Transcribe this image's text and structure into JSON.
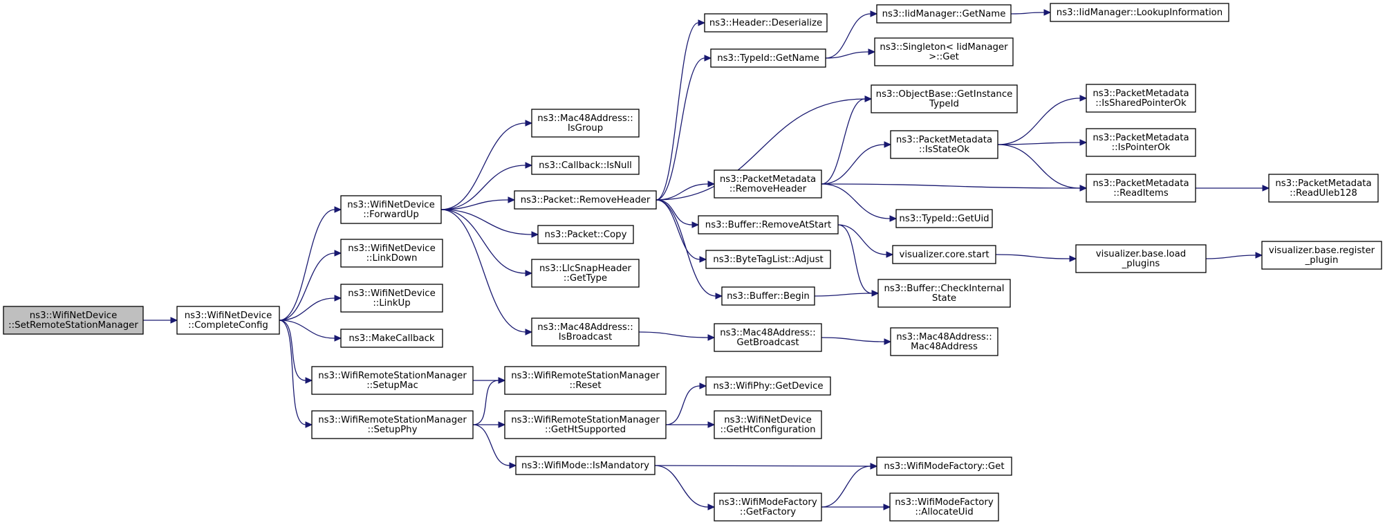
{
  "diagram": {
    "type": "call-graph",
    "colors": {
      "edge": "#191970",
      "node_fill": "#ffffff",
      "root_fill": "#bfbfbf",
      "border": "#000000"
    },
    "nodes": [
      {
        "id": "SetRemoteStationManager",
        "lines": [
          "ns3::WifiNetDevice",
          "::SetRemoteStationManager"
        ],
        "root": true
      },
      {
        "id": "CompleteConfig",
        "lines": [
          "ns3::WifiNetDevice",
          "::CompleteConfig"
        ]
      },
      {
        "id": "ForwardUp",
        "lines": [
          "ns3::WifiNetDevice",
          "::ForwardUp"
        ]
      },
      {
        "id": "LinkDown",
        "lines": [
          "ns3::WifiNetDevice",
          "::LinkDown"
        ]
      },
      {
        "id": "LinkUp",
        "lines": [
          "ns3::WifiNetDevice",
          "::LinkUp"
        ]
      },
      {
        "id": "MakeCallback",
        "lines": [
          "ns3::MakeCallback"
        ]
      },
      {
        "id": "SetupMac",
        "lines": [
          "ns3::WifiRemoteStationManager",
          "::SetupMac"
        ]
      },
      {
        "id": "SetupPhy",
        "lines": [
          "ns3::WifiRemoteStationManager",
          "::SetupPhy"
        ]
      },
      {
        "id": "IsGroup",
        "lines": [
          "ns3::Mac48Address::",
          "IsGroup"
        ]
      },
      {
        "id": "IsNull",
        "lines": [
          "ns3::Callback::IsNull"
        ]
      },
      {
        "id": "RemoveHeader",
        "lines": [
          "ns3::Packet::RemoveHeader"
        ]
      },
      {
        "id": "Copy",
        "lines": [
          "ns3::Packet::Copy"
        ]
      },
      {
        "id": "GetType",
        "lines": [
          "ns3::LlcSnapHeader",
          "::GetType"
        ]
      },
      {
        "id": "IsBroadcast",
        "lines": [
          "ns3::Mac48Address::",
          "IsBroadcast"
        ]
      },
      {
        "id": "Reset",
        "lines": [
          "ns3::WifiRemoteStationManager",
          "::Reset"
        ]
      },
      {
        "id": "GetHtSupported",
        "lines": [
          "ns3::WifiRemoteStationManager",
          "::GetHtSupported"
        ]
      },
      {
        "id": "IsMandatory",
        "lines": [
          "ns3::WifiMode::IsMandatory"
        ]
      },
      {
        "id": "Deserialize",
        "lines": [
          "ns3::Header::Deserialize"
        ]
      },
      {
        "id": "TypeIdGetName",
        "lines": [
          "ns3::TypeId::GetName"
        ]
      },
      {
        "id": "PMRemoveHeader",
        "lines": [
          "ns3::PacketMetadata",
          "::RemoveHeader"
        ]
      },
      {
        "id": "RemoveAtStart",
        "lines": [
          "ns3::Buffer::RemoveAtStart"
        ]
      },
      {
        "id": "Adjust",
        "lines": [
          "ns3::ByteTagList::Adjust"
        ]
      },
      {
        "id": "Begin",
        "lines": [
          "ns3::Buffer::Begin"
        ]
      },
      {
        "id": "GetBroadcast",
        "lines": [
          "ns3::Mac48Address::",
          "GetBroadcast"
        ]
      },
      {
        "id": "GetDevice",
        "lines": [
          "ns3::WifiPhy::GetDevice"
        ]
      },
      {
        "id": "GetHtConfiguration",
        "lines": [
          "ns3::WifiNetDevice",
          "::GetHtConfiguration"
        ]
      },
      {
        "id": "GetFactory",
        "lines": [
          "ns3::WifiModeFactory",
          "::GetFactory"
        ]
      },
      {
        "id": "IidGetName",
        "lines": [
          "ns3::IidManager::GetName"
        ]
      },
      {
        "id": "SingletonGet",
        "lines": [
          "ns3::Singleton< IidManager",
          " >::Get"
        ]
      },
      {
        "id": "GetInstanceTypeId",
        "lines": [
          "ns3::ObjectBase::GetInstance",
          "TypeId"
        ]
      },
      {
        "id": "IsStateOk",
        "lines": [
          "ns3::PacketMetadata",
          "::IsStateOk"
        ]
      },
      {
        "id": "GetUid",
        "lines": [
          "ns3::TypeId::GetUid"
        ]
      },
      {
        "id": "CoreStart",
        "lines": [
          "visualizer.core.start"
        ]
      },
      {
        "id": "CheckInternalState",
        "lines": [
          "ns3::Buffer::CheckInternal",
          "State"
        ]
      },
      {
        "id": "Mac48Address",
        "lines": [
          "ns3::Mac48Address::",
          "Mac48Address"
        ]
      },
      {
        "id": "WMFGet",
        "lines": [
          "ns3::WifiModeFactory::Get"
        ]
      },
      {
        "id": "AllocateUid",
        "lines": [
          "ns3::WifiModeFactory",
          "::AllocateUid"
        ]
      },
      {
        "id": "LookupInformation",
        "lines": [
          "ns3::IidManager::LookupInformation"
        ]
      },
      {
        "id": "IsSharedPointerOk",
        "lines": [
          "ns3::PacketMetadata",
          "::IsSharedPointerOk"
        ]
      },
      {
        "id": "IsPointerOk",
        "lines": [
          "ns3::PacketMetadata",
          "::IsPointerOk"
        ]
      },
      {
        "id": "ReadItems",
        "lines": [
          "ns3::PacketMetadata",
          "::ReadItems"
        ]
      },
      {
        "id": "LoadPlugins",
        "lines": [
          "visualizer.base.load",
          "_plugins"
        ]
      },
      {
        "id": "ReadUleb128",
        "lines": [
          "ns3::PacketMetadata",
          "::ReadUleb128"
        ]
      },
      {
        "id": "RegisterPlugin",
        "lines": [
          "visualizer.base.register",
          "_plugin"
        ]
      }
    ],
    "edges": [
      [
        "SetRemoteStationManager",
        "CompleteConfig"
      ],
      [
        "CompleteConfig",
        "ForwardUp"
      ],
      [
        "CompleteConfig",
        "LinkDown"
      ],
      [
        "CompleteConfig",
        "LinkUp"
      ],
      [
        "CompleteConfig",
        "MakeCallback"
      ],
      [
        "CompleteConfig",
        "SetupMac"
      ],
      [
        "CompleteConfig",
        "SetupPhy"
      ],
      [
        "ForwardUp",
        "IsGroup"
      ],
      [
        "ForwardUp",
        "IsNull"
      ],
      [
        "ForwardUp",
        "RemoveHeader"
      ],
      [
        "ForwardUp",
        "Copy"
      ],
      [
        "ForwardUp",
        "GetType"
      ],
      [
        "ForwardUp",
        "IsBroadcast"
      ],
      [
        "SetupMac",
        "Reset"
      ],
      [
        "SetupPhy",
        "Reset"
      ],
      [
        "SetupPhy",
        "GetHtSupported"
      ],
      [
        "SetupPhy",
        "IsMandatory"
      ],
      [
        "RemoveHeader",
        "Deserialize"
      ],
      [
        "RemoveHeader",
        "TypeIdGetName"
      ],
      [
        "RemoveHeader",
        "GetInstanceTypeId"
      ],
      [
        "RemoveHeader",
        "PMRemoveHeader"
      ],
      [
        "RemoveHeader",
        "RemoveAtStart"
      ],
      [
        "RemoveHeader",
        "Adjust"
      ],
      [
        "RemoveHeader",
        "Begin"
      ],
      [
        "IsBroadcast",
        "GetBroadcast"
      ],
      [
        "GetHtSupported",
        "GetDevice"
      ],
      [
        "GetHtSupported",
        "GetHtConfiguration"
      ],
      [
        "IsMandatory",
        "WMFGet"
      ],
      [
        "IsMandatory",
        "GetFactory"
      ],
      [
        "TypeIdGetName",
        "IidGetName"
      ],
      [
        "TypeIdGetName",
        "SingletonGet"
      ],
      [
        "PMRemoveHeader",
        "GetInstanceTypeId"
      ],
      [
        "PMRemoveHeader",
        "IsStateOk"
      ],
      [
        "PMRemoveHeader",
        "ReadItems"
      ],
      [
        "PMRemoveHeader",
        "GetUid"
      ],
      [
        "RemoveAtStart",
        "CoreStart"
      ],
      [
        "RemoveAtStart",
        "CheckInternalState"
      ],
      [
        "Begin",
        "CheckInternalState"
      ],
      [
        "GetBroadcast",
        "Mac48Address"
      ],
      [
        "GetFactory",
        "WMFGet"
      ],
      [
        "GetFactory",
        "AllocateUid"
      ],
      [
        "IidGetName",
        "LookupInformation"
      ],
      [
        "IsStateOk",
        "IsSharedPointerOk"
      ],
      [
        "IsStateOk",
        "IsPointerOk"
      ],
      [
        "IsStateOk",
        "ReadItems"
      ],
      [
        "ReadItems",
        "ReadUleb128"
      ],
      [
        "CoreStart",
        "LoadPlugins"
      ],
      [
        "LoadPlugins",
        "RegisterPlugin"
      ]
    ]
  }
}
